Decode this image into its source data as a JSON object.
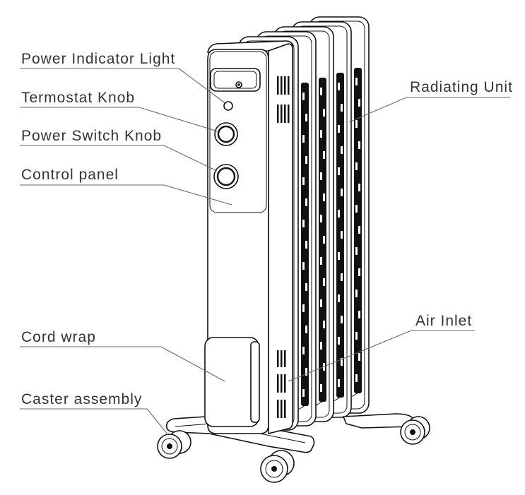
{
  "diagram": {
    "labels": {
      "power_indicator_light": "Power Indicator Light",
      "termostat_knob": "Termostat Knob",
      "power_switch_knob": "Power Switch Knob",
      "control_panel": "Control panel",
      "cord_wrap": "Cord wrap",
      "caster_assembly": "Caster assembly",
      "radiating_unit": "Radiating Unit",
      "air_inlet": "Air Inlet"
    },
    "colors": {
      "line": "#111111",
      "label_text": "#333333",
      "leader": "#666666"
    }
  }
}
